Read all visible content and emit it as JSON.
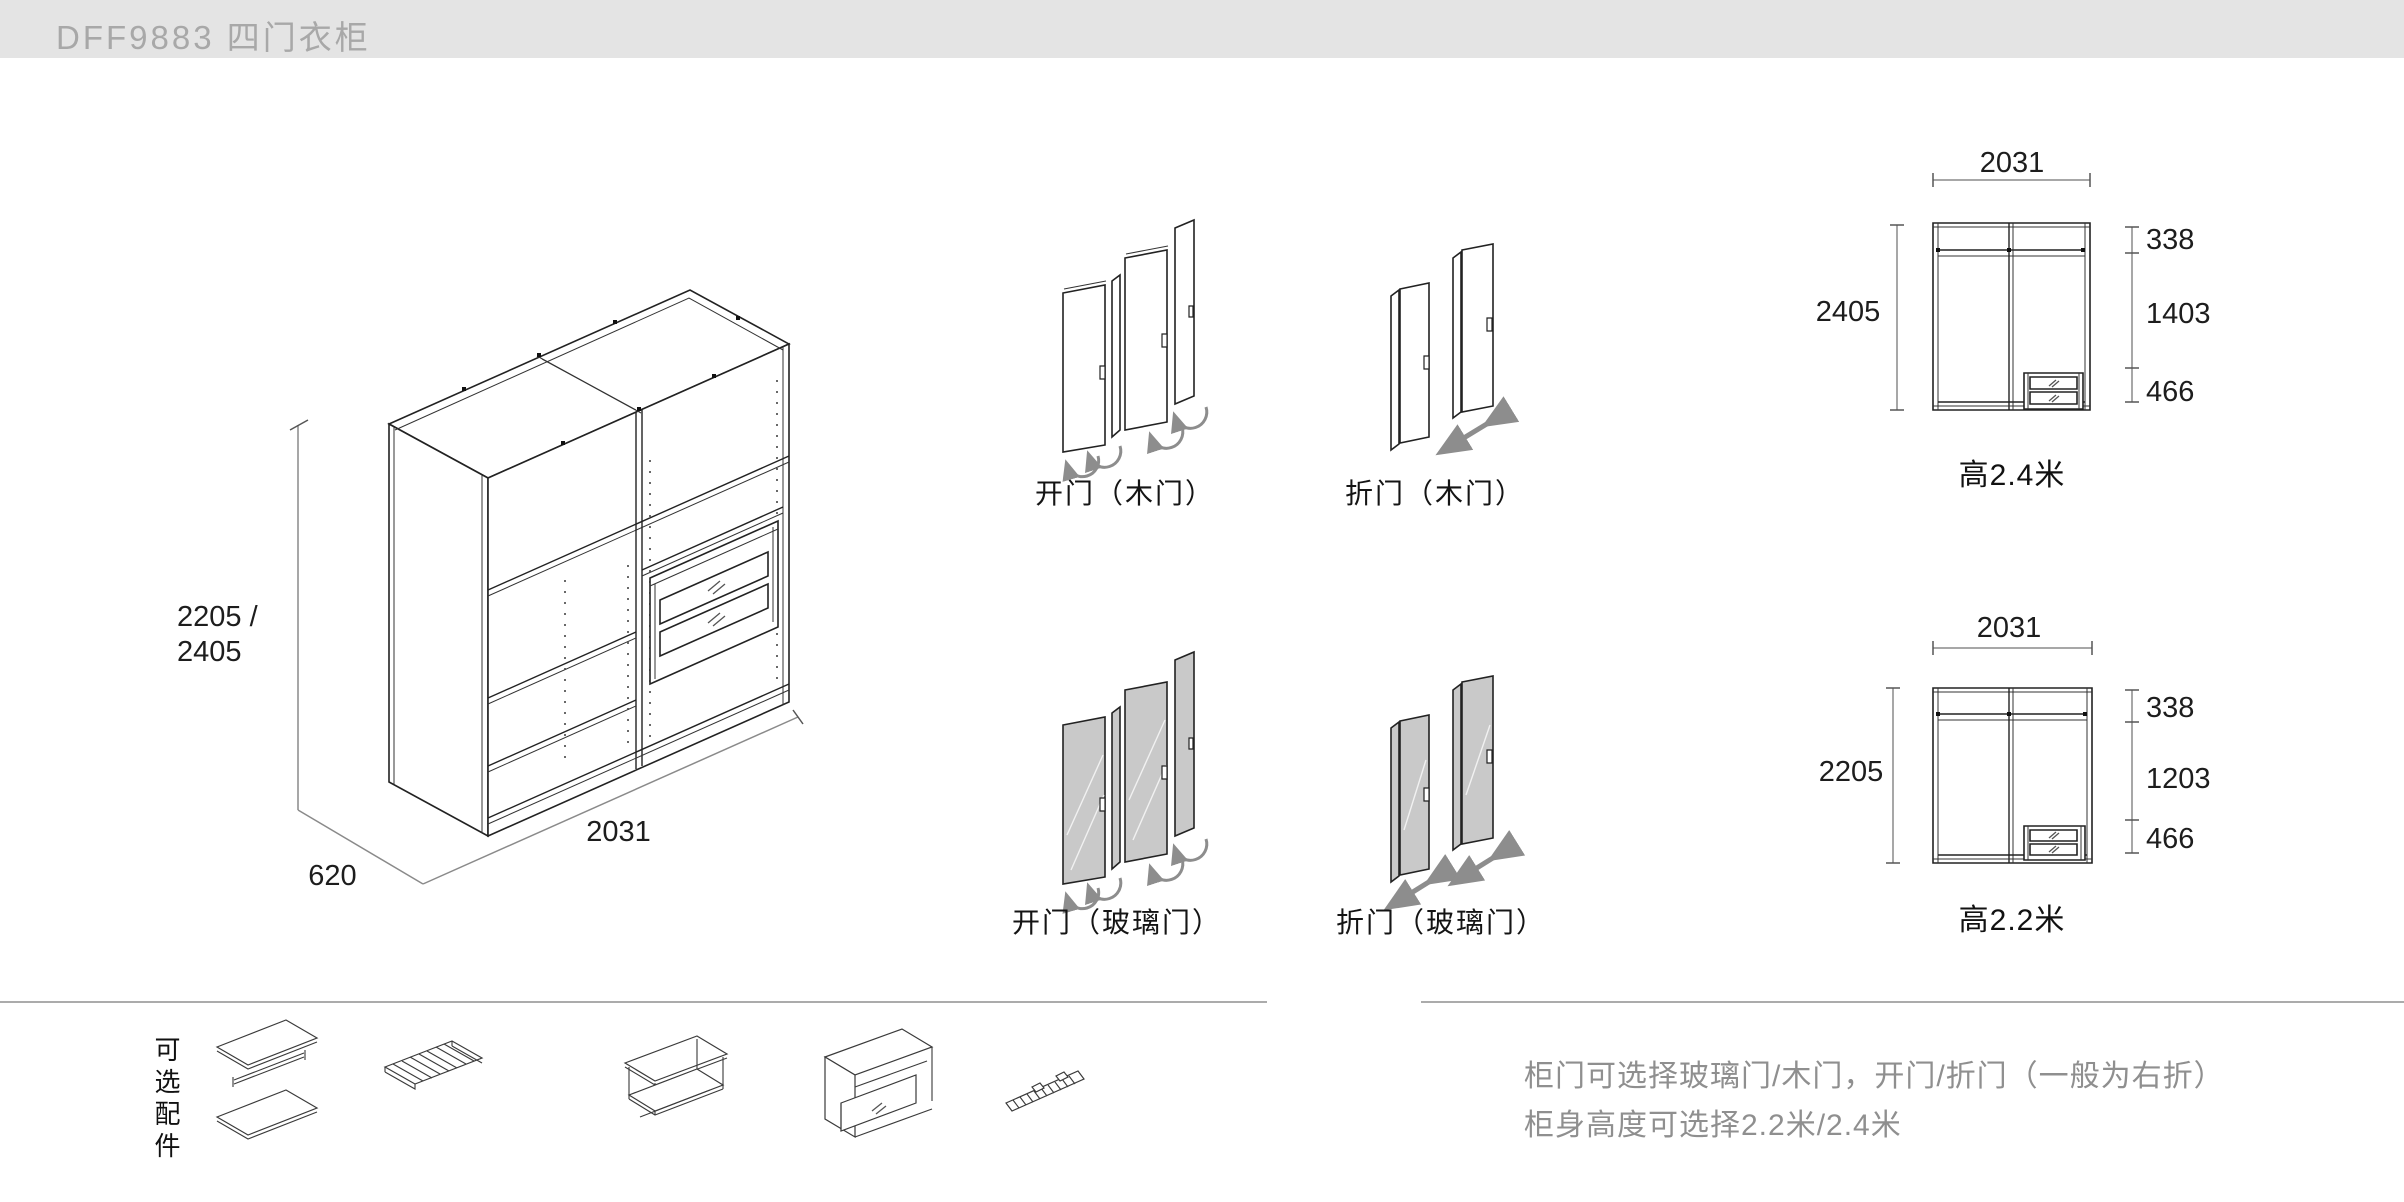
{
  "header": {
    "title": "DFF9883 四门衣柜"
  },
  "main_drawing": {
    "height_dim_line1": "2205 /",
    "height_dim_line2": "2405",
    "depth_dim": "620",
    "width_dim": "2031"
  },
  "door_options": {
    "hinged_wood": "开门（木门）",
    "folding_wood": "折门（木门）",
    "hinged_glass": "开门（玻璃门）",
    "folding_glass": "折门（玻璃门）"
  },
  "elevations": {
    "tall": {
      "width": "2031",
      "height": "2405",
      "seg_top": "338",
      "seg_mid": "1403",
      "seg_bottom": "466",
      "caption": "高2.4米"
    },
    "short": {
      "width": "2031",
      "height": "2205",
      "seg_top": "338",
      "seg_mid": "1203",
      "seg_bottom": "466",
      "caption": "高2.2米"
    }
  },
  "accessories": {
    "label": "可选配件"
  },
  "notes": {
    "line1": "柜门可选择玻璃门/木门，开门/折门（一般为右折）",
    "line2": "柜身高度可选择2.2米/2.4米"
  },
  "colors": {
    "header_bg": "#e4e4e4",
    "header_text": "#a8a8a8",
    "line": "#222222",
    "glass_fill": "#c9c9c9",
    "arrow": "#8d8d8d",
    "note_text": "#8f8f8f"
  }
}
